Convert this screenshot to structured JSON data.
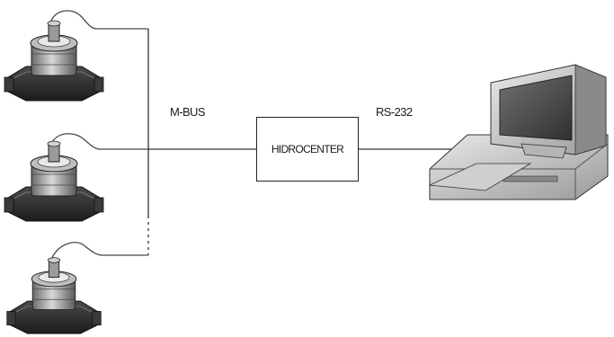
{
  "bus": {
    "label": "M-BUS"
  },
  "hub": {
    "label": "HIDROCENTER"
  },
  "serial_link": {
    "label": "RS-232"
  },
  "meters": [
    {
      "icon": "water-meter-icon"
    },
    {
      "icon": "water-meter-icon"
    },
    {
      "icon": "water-meter-icon"
    }
  ],
  "workstation": {
    "icon": "desktop-computer-icon"
  }
}
